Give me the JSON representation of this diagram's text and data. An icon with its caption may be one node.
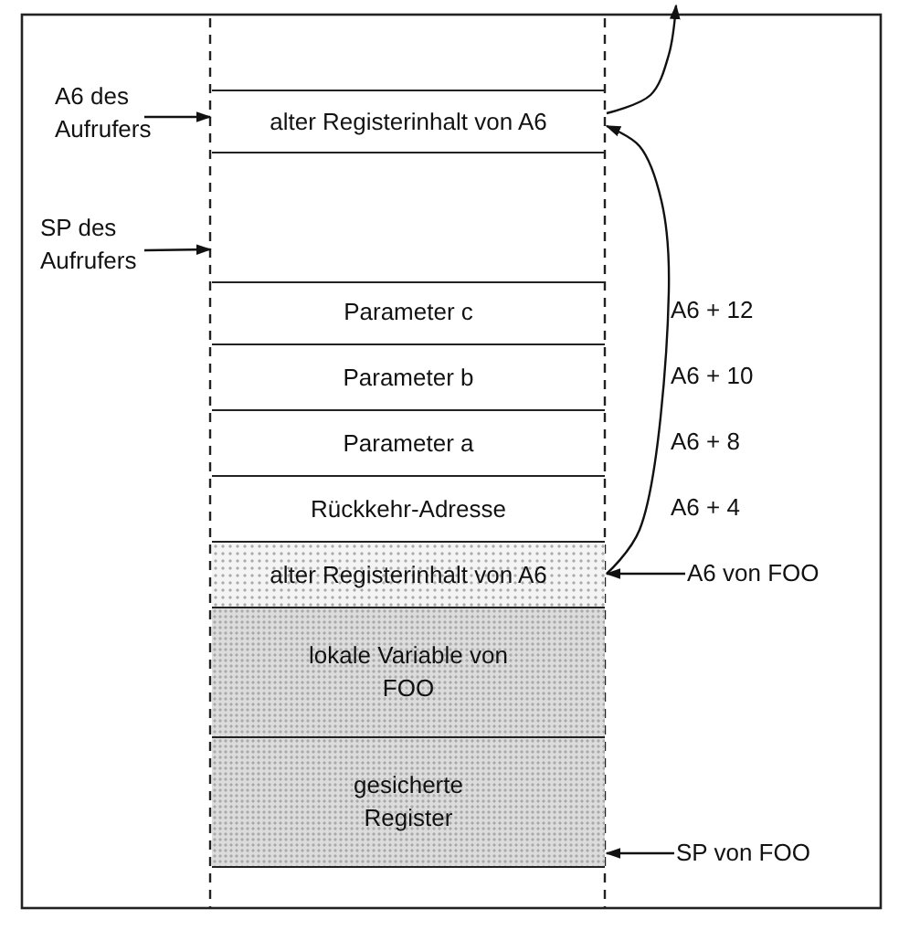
{
  "diagram": {
    "nodes": [
      {
        "text": [
          "A6 des Aufrufers"
        ]
      },
      {
        "text": [
          "alter Registerinhalt von A6"
        ]
      },
      {
        "text": [
          "SP des Aufrufers"
        ]
      },
      {
        "text": [
          "Parameter c"
        ]
      },
      {
        "text": [
          "Parameter b"
        ]
      },
      {
        "text": [
          "Parameter a"
        ]
      },
      {
        "text": [
          "Rückkehr-Adresse"
        ]
      },
      {
        "text": [
          "alter Registerinhalt von A6"
        ]
      },
      {
        "text": [
          "lokale Variable von FOO"
        ]
      },
      {
        "text": [
          "gesicherte Register"
        ]
      },
      {
        "text": [
          "A6 von FOO"
        ]
      },
      {
        "text": [
          "SP von FOO"
        ]
      },
      {
        "text": [],
        "shape": "box"
      }
    ],
    "edges": [
      {
        "from": 0,
        "to": 1,
        "arrow": "to"
      },
      {
        "from": 2,
        "to": 12,
        "arrow": "to"
      },
      {
        "from": 1,
        "to": null,
        "arrow": "to"
      },
      {
        "from": 7,
        "to": 1,
        "arrow": "to"
      },
      {
        "from": 10,
        "to": 7,
        "arrow": "to"
      },
      {
        "from": 11,
        "to": 9,
        "arrow": "to"
      }
    ],
    "labels": [
      "A6 + 12",
      "A6 + 10",
      "A6 + 8",
      "A6 + 4"
    ]
  }
}
